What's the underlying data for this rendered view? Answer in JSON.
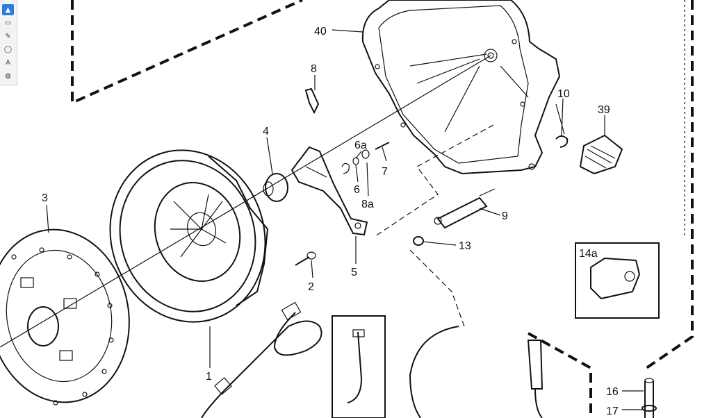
{
  "toolbar": {
    "tools": [
      {
        "id": "select",
        "icon": "cursor-icon",
        "glyph": "▲"
      },
      {
        "id": "comment",
        "icon": "comment-icon",
        "glyph": "▭"
      },
      {
        "id": "pen",
        "icon": "pen-icon",
        "glyph": "✎"
      },
      {
        "id": "lasso",
        "icon": "lasso-icon",
        "glyph": "◯"
      },
      {
        "id": "text",
        "icon": "text-box-icon",
        "glyph": "A"
      },
      {
        "id": "stamp",
        "icon": "stamp-icon",
        "glyph": "◍"
      }
    ]
  },
  "diagram": {
    "labels": [
      "40",
      "8",
      "10",
      "39",
      "4",
      "6a",
      "7",
      "6",
      "8a",
      "9",
      "13",
      "3",
      "14a",
      "2",
      "5",
      "1",
      "16",
      "17"
    ]
  }
}
